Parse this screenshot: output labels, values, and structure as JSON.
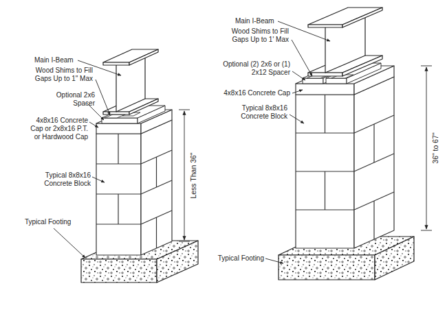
{
  "diagram": {
    "labels": [
      "Main I-Beam",
      "Wood Shims to Fill Gaps Up to 1\" Max",
      "Optional 2x6 Spacer",
      "4x8x16 Concrete Cap or 2x8x16 P.T. or Hardwood Cap",
      "Typical 8x8x16 Concrete Block",
      "Typical Footing",
      "Less Than 36\"",
      "Main I-Beam",
      "Wood Shims to Fill Gaps Up to 1' Max",
      "Optional (2) 2x6 or (1) 2x12 Spacer",
      "4x8x16 Concrete Cap",
      "Typical 8x8x16 Concrete Block",
      "36\" to 67\"",
      "Typical Footing"
    ]
  }
}
